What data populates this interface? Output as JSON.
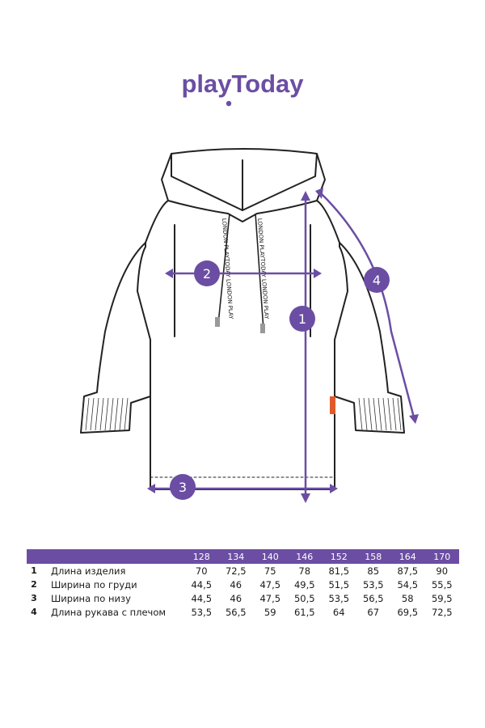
{
  "brand": {
    "name": "playToday",
    "color": "#6b4ea3"
  },
  "figure": {
    "print_text_left": "LONDON PLAYTODAY LONDON PLAY",
    "print_text_right": "LONDON PLAYTODAY LONDON PLAY",
    "markers": {
      "m1": "1",
      "m2": "2",
      "m3": "3",
      "m4": "4"
    }
  },
  "table": {
    "sizes": [
      "128",
      "134",
      "140",
      "146",
      "152",
      "158",
      "164",
      "170"
    ],
    "rows": [
      {
        "num": "1",
        "label": "Длина изделия",
        "values": [
          "70",
          "72,5",
          "75",
          "78",
          "81,5",
          "85",
          "87,5",
          "90"
        ]
      },
      {
        "num": "2",
        "label": "Ширина по груди",
        "values": [
          "44,5",
          "46",
          "47,5",
          "49,5",
          "51,5",
          "53,5",
          "54,5",
          "55,5"
        ]
      },
      {
        "num": "3",
        "label": "Ширина по низу",
        "values": [
          "44,5",
          "46",
          "47,5",
          "50,5",
          "53,5",
          "56,5",
          "58",
          "59,5"
        ]
      },
      {
        "num": "4",
        "label": "Длина рукава с плечом",
        "values": [
          "53,5",
          "56,5",
          "59",
          "61,5",
          "64",
          "67",
          "69,5",
          "72,5"
        ]
      }
    ]
  }
}
